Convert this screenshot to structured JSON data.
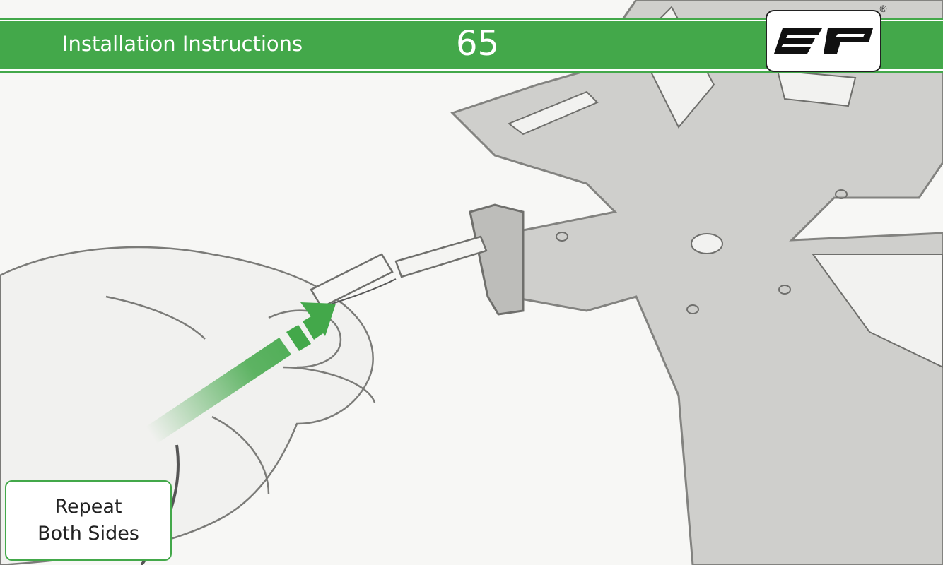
{
  "header": {
    "title": "Installation Instructions",
    "page_number": "65"
  },
  "logo": {
    "name": "ep-logo-icon",
    "registered_mark": "®"
  },
  "illustration": {
    "arrow_icon": "green-arrow-icon"
  },
  "callout": {
    "line1": "Repeat",
    "line2": "Both Sides"
  },
  "colors": {
    "brand_green": "#43a84a",
    "sketch_gray": "#8a8a88"
  }
}
